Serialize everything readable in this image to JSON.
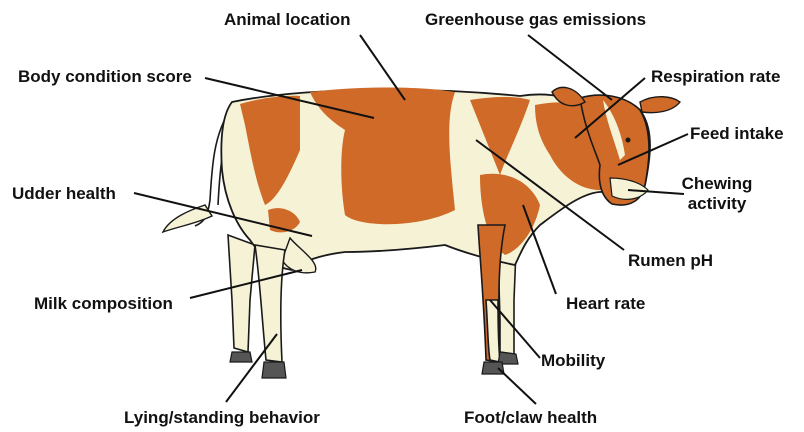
{
  "labels": {
    "animal_location": "Animal location",
    "greenhouse_gas": "Greenhouse gas emissions",
    "body_condition": "Body condition score",
    "respiration_rate": "Respiration rate",
    "feed_intake": "Feed intake",
    "chewing_activity": "Chewing activity",
    "udder_health": "Udder health",
    "rumen_ph": "Rumen pH",
    "heart_rate": "Heart rate",
    "milk_composition": "Milk composition",
    "mobility": "Mobility",
    "lying_standing": "Lying/standing behavior",
    "foot_claw_health": "Foot/claw health"
  },
  "colors": {
    "coat_patch": "#cf6a28",
    "coat_base": "#f6f2d6",
    "outline": "#1a1a1a",
    "hoof": "#555555"
  }
}
